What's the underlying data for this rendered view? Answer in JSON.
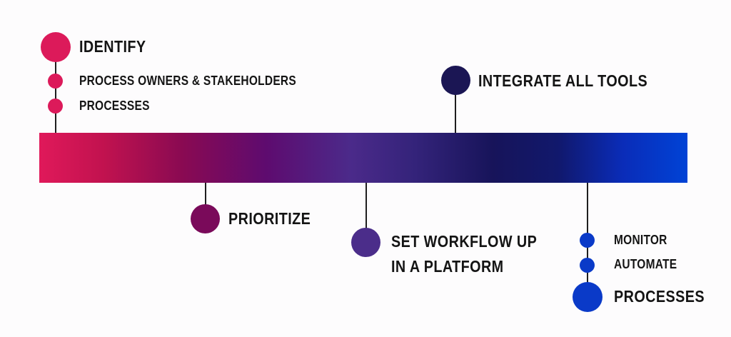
{
  "diagram": {
    "colors": {
      "identify": "#dc1a5a",
      "prioritize": "#7a0a5a",
      "workflow": "#4b2d8a",
      "integrate": "#1b1654",
      "processes": "#0a3ac8",
      "stem": "#1e1e1e",
      "text": "#141414"
    },
    "steps": {
      "identify": {
        "title": "IDENTIFY",
        "subitems": [
          "PROCESS OWNERS & STAKEHOLDERS",
          "PROCESSES"
        ]
      },
      "prioritize": {
        "title": "PRIORITIZE"
      },
      "workflow": {
        "title": "SET WORKFLOW UP\nIN A PLATFORM"
      },
      "integrate": {
        "title": "INTEGRATE ALL TOOLS"
      },
      "processes": {
        "title": "PROCESSES",
        "subitems": [
          "MONITOR",
          "AUTOMATE"
        ]
      }
    }
  }
}
